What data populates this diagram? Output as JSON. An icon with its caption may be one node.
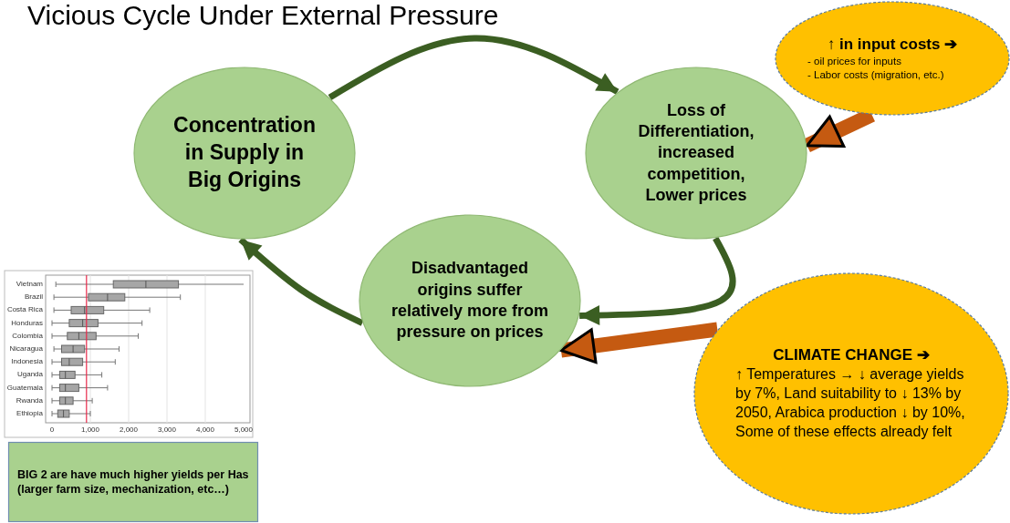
{
  "diagram": {
    "title": "Vicious Cycle Under External Pressure",
    "nodes": [
      {
        "text": [
          "Concentration in Supply in Big Origins"
        ]
      },
      {
        "text": [
          "Loss of Differentiation, increased competition, Lower prices"
        ]
      },
      {
        "text": [
          "Disadvantaged origins suffer relatively more from pressure on prices"
        ]
      },
      {
        "text": [
          "↑ in input costs ➔",
          "- oil prices for inputs",
          "- Labor costs (migration, etc.)"
        ]
      },
      {
        "text": [
          "CLIMATE CHANGE ➔",
          "↑ Temperatures → ↓ average yields by 7%, Land suitability to ↓ 13% by 2050, Arabica production ↓ by 10%, Some of these effects already felt"
        ]
      },
      {
        "text": [
          "BIG 2 are have much higher yields per Has (larger farm size, mechanization, etc…)"
        ]
      }
    ],
    "edges": [
      {
        "from": 0,
        "to": 1,
        "arrow": "to"
      },
      {
        "from": 1,
        "to": 2,
        "arrow": "to"
      },
      {
        "from": 2,
        "to": 0,
        "arrow": "to"
      },
      {
        "from": 3,
        "to": 1,
        "arrow": "to",
        "style": "thick",
        "color": "#c55a11"
      },
      {
        "from": 4,
        "to": 2,
        "arrow": "to",
        "style": "thick",
        "color": "#c55a11"
      }
    ],
    "labels": [
      "Vietnam",
      "Brazil",
      "Costa Rica",
      "Honduras",
      "Colombia",
      "Nicaragua",
      "Indonesia",
      "Uganda",
      "Guatemala",
      "Rwanda",
      "Ethiopia",
      "0",
      "1,000",
      "2,000",
      "3,000",
      "4,000",
      "5,000"
    ]
  }
}
